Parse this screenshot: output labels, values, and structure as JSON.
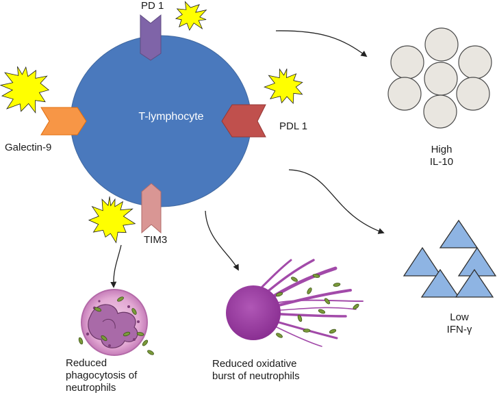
{
  "cell": {
    "label": "T-lymphocyte"
  },
  "receptors": {
    "pd1": "PD 1",
    "pdl1": "PDL 1",
    "galectin9": "Galectin-9",
    "tim3": "TIM3"
  },
  "cytokines": {
    "il10": {
      "line1": "High",
      "line2": "IL-10"
    },
    "ifn": {
      "line1": "Low",
      "line2": "IFN-γ"
    }
  },
  "effects": {
    "phagocytosis": {
      "line1": "Reduced",
      "line2": "phagocytosis of",
      "line3": "neutrophils"
    },
    "oxidative": {
      "line1": "Reduced oxidative",
      "line2": "burst of neutrophils"
    }
  },
  "colors": {
    "cell": "#4a79bd",
    "pd1": "#7f64a8",
    "pdl1": "#c0504d",
    "galectin9": "#f79646",
    "tim3": "#d99694",
    "ligand_star": "#ffff00",
    "il10_circle": "#e9e6e0",
    "ifn_triangle": "#8eb4e3",
    "neutrophil": "#9a3fa0"
  }
}
